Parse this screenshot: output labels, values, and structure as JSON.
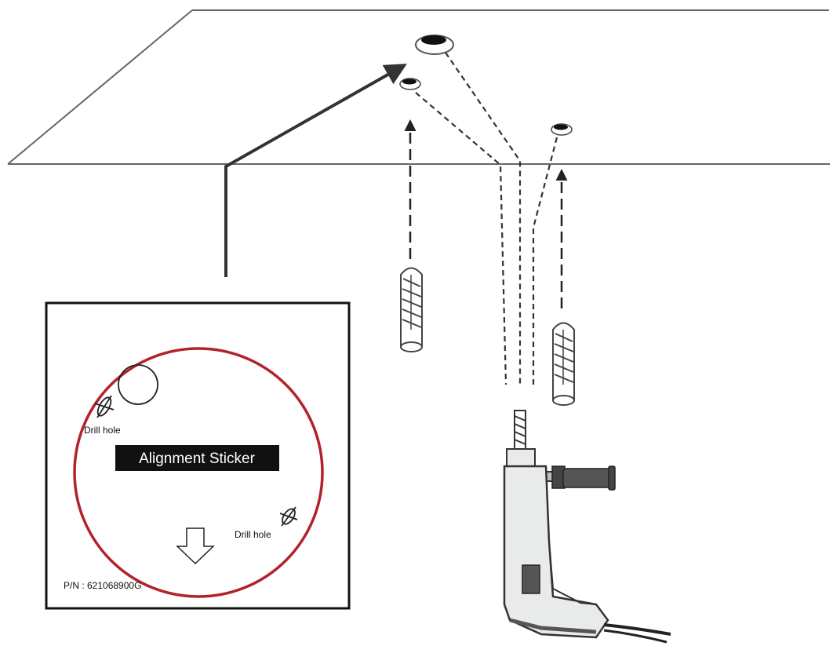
{
  "sticker": {
    "title": "Alignment Sticker",
    "drill_hole_label_1": "Drill hole",
    "drill_hole_label_2": "Drill hole",
    "part_number": "P/N : 621068900G"
  },
  "colors": {
    "line": "#333333",
    "sticker_ring": "#b2222a",
    "label_bg": "#111111",
    "label_text": "#ffffff",
    "drill_body": "#e9eaea",
    "drill_dark": "#555555"
  }
}
